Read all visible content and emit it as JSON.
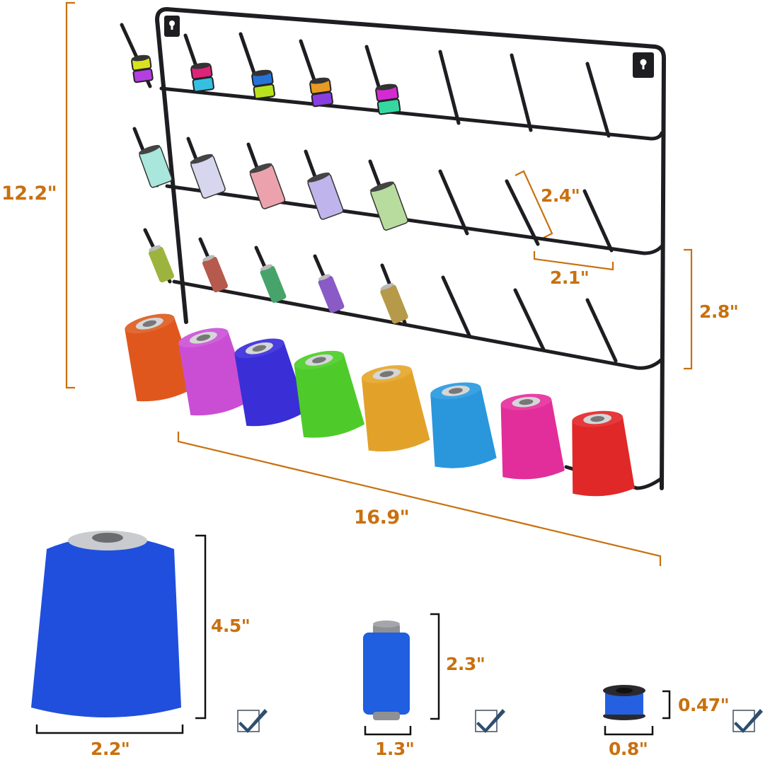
{
  "colors": {
    "dimension_line": "#c9700e",
    "rack_metal": "#1e1e22",
    "check_mark": "#2e4e6e",
    "check_box": "#4b5a68",
    "core_gray": "#d4d6d8",
    "bracket_black": "#111111"
  },
  "rack": {
    "dimensions": {
      "height": "12.2\"",
      "width": "16.9\"",
      "peg_length": "2.4\"",
      "peg_spacing": "2.1\"",
      "row_spacing": "2.8\""
    },
    "rows": [
      {
        "name": "row-1-small-bobbins",
        "items": [
          {
            "top": "#d9e21e",
            "bottom": "#b43ee0"
          },
          {
            "top": "#e0237a",
            "bottom": "#35c0e2"
          },
          {
            "top": "#2673d8",
            "bottom": "#b8e21e"
          },
          {
            "top": "#e89a22",
            "bottom": "#8a3ee0"
          },
          {
            "top": "#d52ad2",
            "bottom": "#36d8a2"
          }
        ]
      },
      {
        "name": "row-2-spools",
        "items": [
          "#a9e6dc",
          "#d6d7ee",
          "#eca2ad",
          "#c0b4ec",
          "#b8dc9e"
        ]
      },
      {
        "name": "row-3-spools",
        "items": [
          "#9cb43e",
          "#b65a4e",
          "#46a46a",
          "#8a5ac6",
          "#b69a4a"
        ]
      },
      {
        "name": "row-4-cones",
        "items": [
          "#e0571e",
          "#c94ed4",
          "#3a2ed6",
          "#4ecb2a",
          "#e2a22a",
          "#2a96dc",
          "#e22e9a",
          "#e02828"
        ]
      }
    ]
  },
  "samples": [
    {
      "name": "large-cone",
      "color": "#1f4fdc",
      "height": "4.5\"",
      "width": "2.2\"",
      "checked": true
    },
    {
      "name": "medium-spool",
      "color": "#1f5fe0",
      "height": "2.3\"",
      "width": "1.3\"",
      "checked": true
    },
    {
      "name": "small-bobbin",
      "color": "#2560e0",
      "height": "0.47\"",
      "width": "0.8\"",
      "checked": true
    }
  ]
}
